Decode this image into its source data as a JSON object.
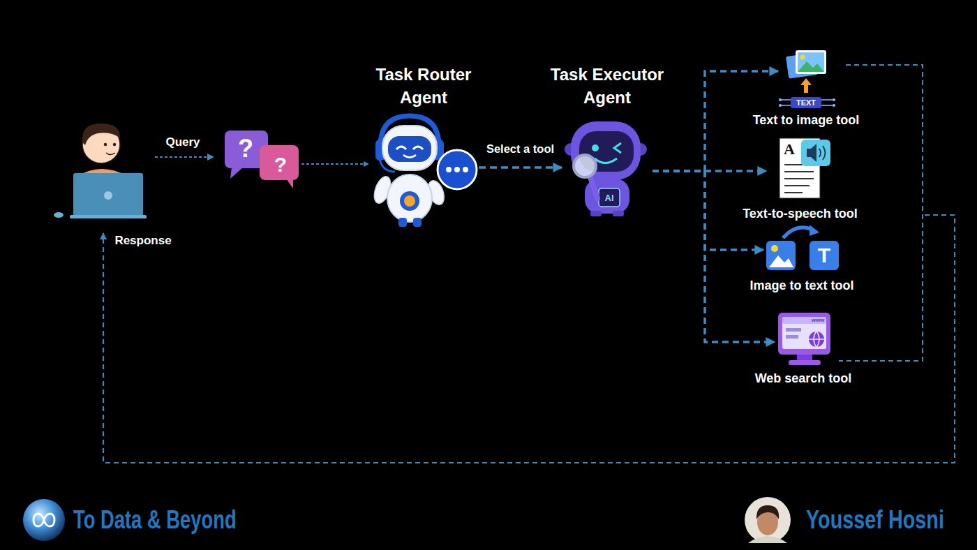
{
  "diagram": {
    "nodes": [
      {
        "text": [
          "?",
          "?"
        ]
      },
      {
        "text": [
          "Task Router Agent"
        ]
      },
      {
        "text": [
          "Task Executor Agent"
        ]
      },
      {
        "text": [
          "Text to image tool"
        ]
      },
      {
        "text": [
          "Text-to-speech tool"
        ]
      },
      {
        "text": [
          "Image to text tool"
        ]
      },
      {
        "text": [
          "Web search tool"
        ]
      }
    ],
    "edges": [
      {
        "from": 0,
        "to": 1,
        "arrow": "to"
      },
      {
        "from": 1,
        "to": 2,
        "label": "Select a tool",
        "arrow": "to"
      },
      {
        "from": 2,
        "to": 3,
        "arrow": "to"
      },
      {
        "from": 2,
        "to": 4,
        "arrow": "to"
      },
      {
        "from": 2,
        "to": 5,
        "arrow": "to"
      },
      {
        "from": 2,
        "to": 6,
        "arrow": "to"
      }
    ],
    "labels": [
      "Query",
      "Response",
      "AI",
      "TEXT",
      "A",
      "T",
      "www",
      "To Data & Beyond",
      "Youssef Hosni"
    ]
  }
}
